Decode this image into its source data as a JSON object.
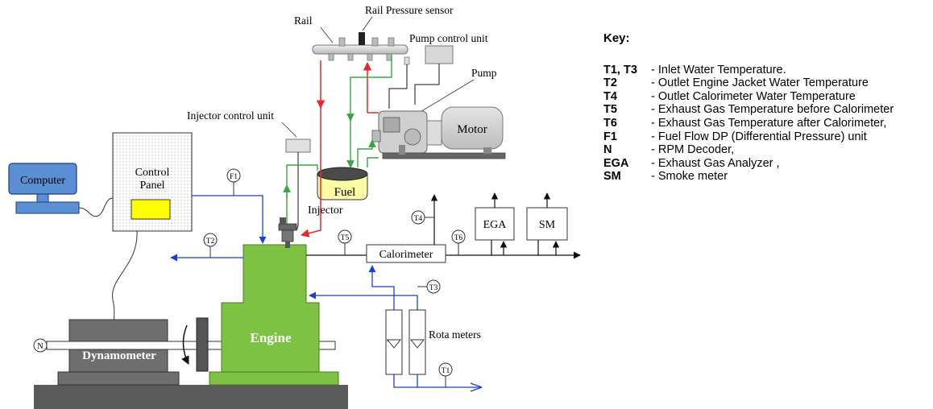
{
  "diagram": {
    "labels": {
      "rail": "Rail",
      "rail_pressure_sensor": "Rail Pressure sensor",
      "pump_control_unit": "Pump control unit",
      "pump": "Pump",
      "motor": "Motor",
      "injector_control_unit": "Injector control unit",
      "fuel": "Fuel",
      "injector": "Injector",
      "computer": "Computer",
      "control_panel_line1": "Control",
      "control_panel_line2": "Panel",
      "engine": "Engine",
      "dynamometer": "Dynamometer",
      "calorimeter": "Calorimeter",
      "ega": "EGA",
      "sm": "SM",
      "rota_meters": "Rota meters"
    },
    "sensors": {
      "f1": "F1",
      "t1": "T1",
      "t2": "T2",
      "t3": "T3",
      "t4": "T4",
      "t5": "T5",
      "t6": "T6",
      "n": "N"
    },
    "colors": {
      "engine_green": "#7dc242",
      "fuel_line_red": "#e8262b",
      "fuel_line_green": "#3aa640",
      "water_blue": "#1a3fd8",
      "computer_blue": "#5b8fd4",
      "panel_yellow": "#ffff00",
      "dyno_gray": "#6e6e6e",
      "base_gray": "#5a5a5a"
    }
  },
  "key": {
    "title": "Key:",
    "items": [
      {
        "symbol": "T1, T3",
        "desc": "- Inlet Water Temperature."
      },
      {
        "symbol": "T2",
        "desc": "- Outlet Engine Jacket Water Temperature"
      },
      {
        "symbol": "T4",
        "desc": "- Outlet Calorimeter Water Temperature"
      },
      {
        "symbol": "T5",
        "desc": "- Exhaust Gas Temperature before Calorimeter"
      },
      {
        "symbol": "T6",
        "desc": "- Exhaust Gas Temperature after Calorimeter,"
      },
      {
        "symbol": "F1",
        "desc": "- Fuel Flow DP (Differential Pressure) unit"
      },
      {
        "symbol": "N",
        "desc": "- RPM Decoder,"
      },
      {
        "symbol": "EGA",
        "desc": "- Exhaust Gas Analyzer ,"
      },
      {
        "symbol": "SM",
        "desc": "- Smoke meter"
      }
    ]
  }
}
